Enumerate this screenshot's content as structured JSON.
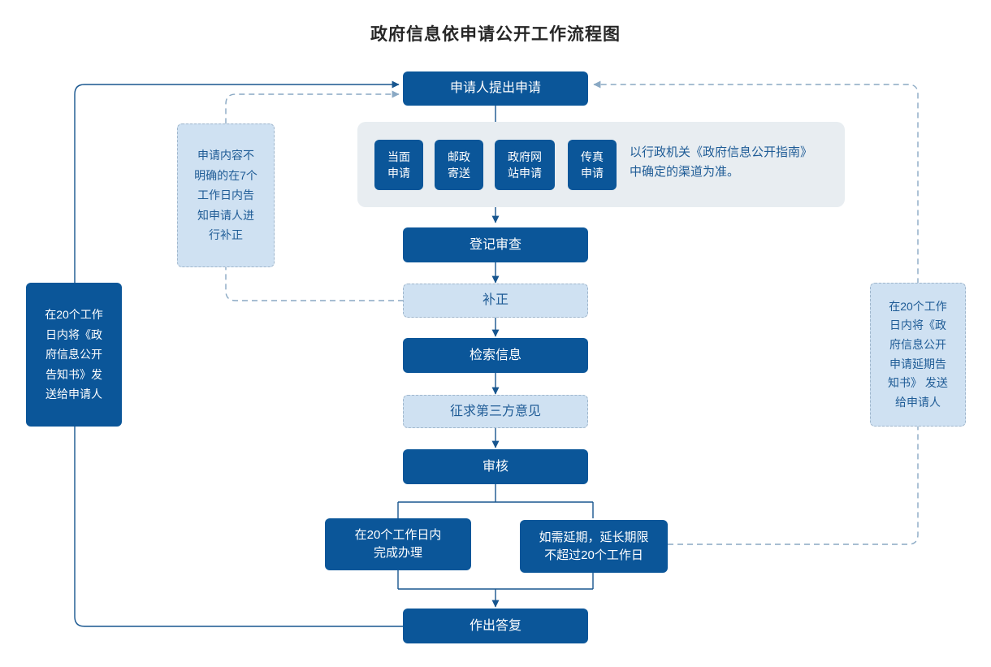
{
  "title": "政府信息依申请公开工作流程图",
  "colors": {
    "primary_dark_blue": "#0b5699",
    "light_blue_fill": "#cfe1f2",
    "light_blue_text": "#1f5c96",
    "band_gray": "#e8edf1",
    "connector_solid": "#18568f",
    "connector_dashed": "#8aa9c4",
    "title_text": "#262626"
  },
  "nodes": {
    "start": {
      "label": "申请人提出申请"
    },
    "channels": [
      {
        "label": "当面\n申请"
      },
      {
        "label": "邮政\n寄送"
      },
      {
        "label": "政府网\n站申请"
      },
      {
        "label": "传真\n申请"
      }
    ],
    "channel_note": "以行政机关《政府信息公开指南》\n中确定的渠道为准。",
    "register_review": {
      "label": "登记审查"
    },
    "supplement": {
      "label": "补正"
    },
    "retrieve_info": {
      "label": "检索信息"
    },
    "third_party": {
      "label": "征求第三方意见"
    },
    "audit": {
      "label": "审核"
    },
    "finish_in_20": {
      "label": "在20个工作日内\n完成办理"
    },
    "extend_20": {
      "label": "如需延期，延长期限\n不超过20个工作日"
    },
    "reply": {
      "label": "作出答复"
    },
    "left_note_dashed": {
      "label": "申请内容不\n明确的在7个\n工作日内告\n知申请人进\n行补正"
    },
    "left_note_solid": {
      "label": "在20个工作\n日内将《政\n府信息公开\n告知书》发\n送给申请人"
    },
    "right_note_dashed": {
      "label": "在20个工作\n日内将《政\n府信息公开\n申请延期告\n知书》 发送\n给申请人"
    }
  },
  "chart_data": {
    "type": "diagram",
    "title": "政府信息依申请公开工作流程图",
    "flow": [
      "申请人提出申请",
      "当面申请 / 邮政寄送 / 政府网站申请 / 传真申请",
      "登记审查",
      "补正",
      "检索信息",
      "征求第三方意见",
      "审核",
      "在20个工作日内完成办理 | 如需延期，延长期限不超过20个工作日",
      "作出答复"
    ],
    "feedback_edges": [
      {
        "from": "补正",
        "to": "申请人提出申请",
        "style": "dashed",
        "note": "申请内容不明确的在7个工作日内告知申请人进行补正"
      },
      {
        "from": "作出答复",
        "to": "申请人提出申请",
        "style": "solid",
        "note": "在20个工作日内将《政府信息公开告知书》发送给申请人"
      },
      {
        "from": "如需延期，延长期限不超过20个工作日",
        "to": "申请人提出申请",
        "style": "dashed",
        "note": "在20个工作日内将《政府信息公开申请延期告知书》 发送给申请人"
      }
    ]
  }
}
